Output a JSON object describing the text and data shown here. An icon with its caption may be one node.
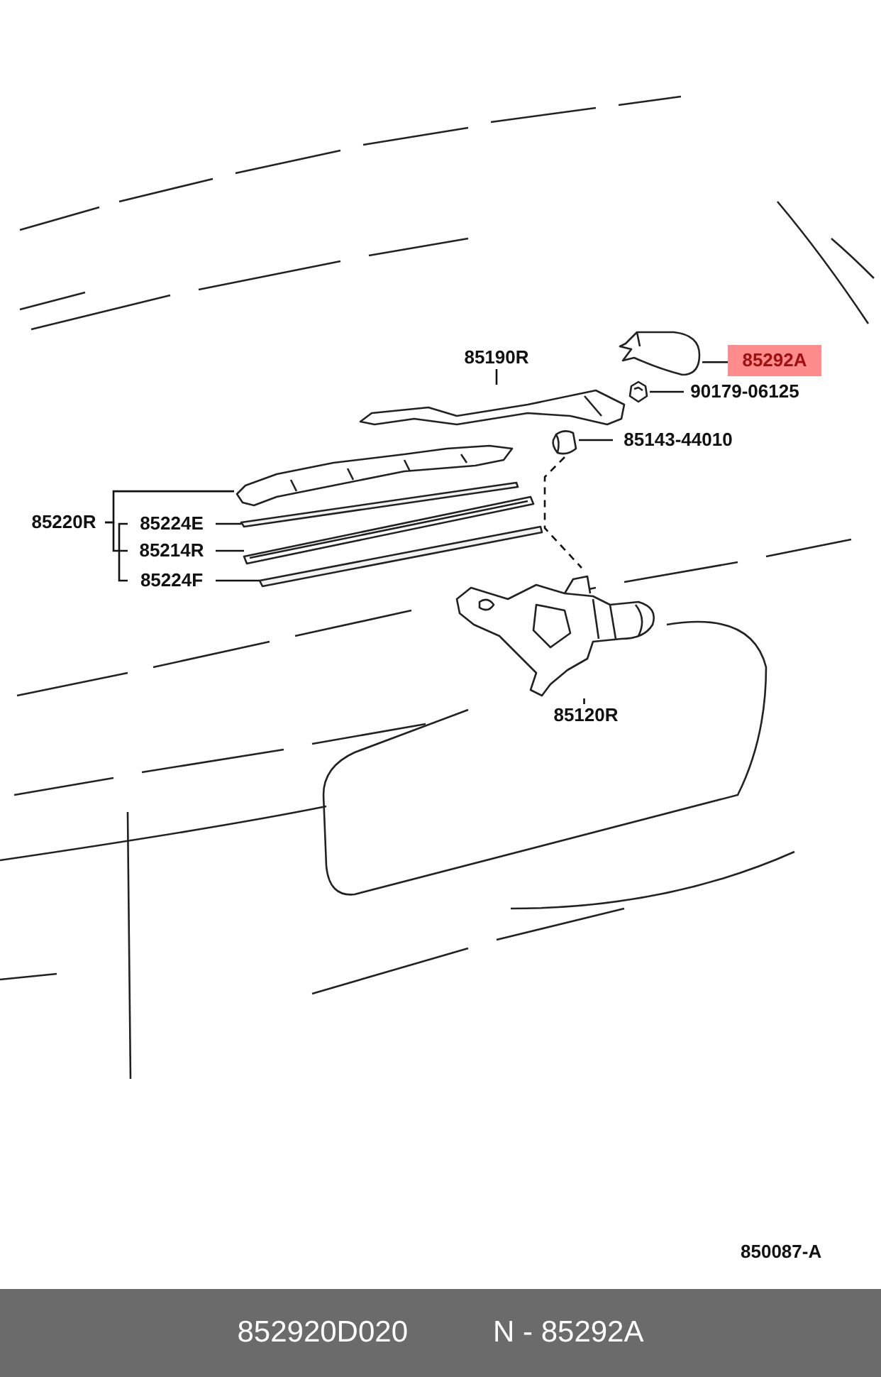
{
  "diagram": {
    "nodes": [
      {
        "text": [
          "85190R"
        ]
      },
      {
        "text": [],
        "shape": "picture"
      },
      {
        "text": [
          "85292A"
        ]
      },
      {
        "text": [],
        "shape": "picture"
      },
      {
        "text": [
          "90179-06125"
        ]
      },
      {
        "text": [],
        "shape": "picture"
      },
      {
        "text": [
          "85143-44010"
        ]
      },
      {
        "text": [],
        "shape": "picture"
      },
      {
        "text": [
          "85220R"
        ]
      },
      {
        "text": [],
        "shape": "picture"
      },
      {
        "text": [
          "85224E"
        ]
      },
      {
        "text": [],
        "shape": "bar"
      },
      {
        "text": [
          "85214R"
        ]
      },
      {
        "text": [],
        "shape": "picture"
      },
      {
        "text": [
          "85224F"
        ]
      },
      {
        "text": [],
        "shape": "bar"
      },
      {
        "text": [
          "85120R"
        ]
      },
      {
        "text": [],
        "shape": "picture"
      }
    ],
    "edges": [
      {
        "from": 0,
        "to": 1,
        "arrow": "none"
      },
      {
        "from": 2,
        "to": 3,
        "arrow": "none"
      },
      {
        "from": 4,
        "to": 5,
        "arrow": "none"
      },
      {
        "from": 6,
        "to": 7,
        "arrow": "none"
      },
      {
        "from": 8,
        "to": 9,
        "arrow": "none"
      },
      {
        "from": 8,
        "to": 12,
        "arrow": "none"
      },
      {
        "from": 10,
        "to": 14,
        "arrow": "none"
      },
      {
        "from": 10,
        "to": 11,
        "arrow": "none"
      },
      {
        "from": 12,
        "to": 13,
        "arrow": "none"
      },
      {
        "from": 14,
        "to": 15,
        "arrow": "none"
      },
      {
        "from": 16,
        "to": 17,
        "arrow": "none"
      },
      {
        "from": 7,
        "to": 17,
        "arrow": "none",
        "style": "dashed"
      }
    ],
    "labels": [
      "850087-A",
      "852920D020",
      "N - 85292A"
    ]
  }
}
